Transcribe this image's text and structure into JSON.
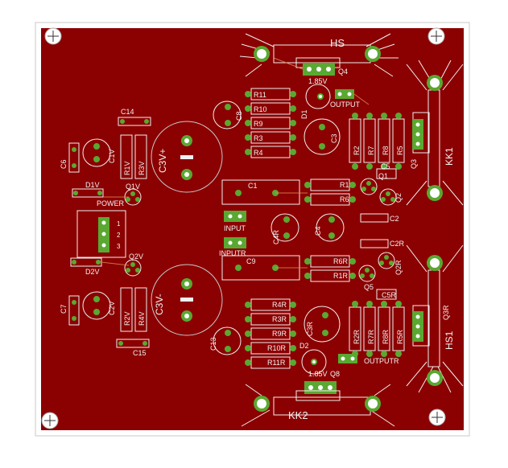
{
  "colors": {
    "board": "#8b0000",
    "outline": "#c8c8c8",
    "silk": "#f0f0f0",
    "pad": "#5aa832",
    "drill": "#ffffff"
  },
  "heatsinks": {
    "top": "HS",
    "bottom": "KK2",
    "right_top": "KK1",
    "right_bottom": "HS1"
  },
  "voltages": {
    "top": "1.85V",
    "bottom": "1.85V"
  },
  "capacitors": {
    "c3v_plus": "C3V+",
    "c3v_minus": "C3V-",
    "c14": "C14",
    "c15": "C15",
    "c6": "C6",
    "c7": "C7",
    "c1v": "C1V",
    "c2v": "C2V",
    "c8": "C8",
    "c13": "C13",
    "c3": "C3",
    "c3r": "C3R",
    "c1": "C1",
    "c9": "C9",
    "c4": "C4",
    "c4r": "C4R",
    "c2": "C2",
    "c2r": "C2R",
    "c5": "C5",
    "c5r": "C5R"
  },
  "resistors": {
    "r1v": "R1V",
    "r3v": "R3V",
    "r2v": "R2V",
    "r4v": "R4V",
    "r11": "R11",
    "r10": "R10",
    "r9": "R9",
    "r3": "R3",
    "r4": "R4",
    "r4r": "R4R",
    "r3r": "R3R",
    "r9r": "R9R",
    "r10r": "R10R",
    "r11r": "R11R",
    "r1": "R1",
    "r6": "R6",
    "r6r": "R6R",
    "r1r": "R1R",
    "r2": "R2",
    "r7": "R7",
    "r8": "R8",
    "r5": "R5",
    "r2r": "R2R",
    "r7r": "R7R",
    "r8r": "R8R",
    "r5r": "R5R"
  },
  "semis": {
    "d1v": "D1V",
    "d2v": "D2V",
    "q1v": "Q1V",
    "q2v": "Q2V",
    "d1": "D1",
    "d2": "D2",
    "q1": "Q1",
    "q2": "Q2",
    "q2r": "Q2R",
    "q3": "Q3",
    "q3r": "Q3R",
    "q4": "Q4",
    "q5": "Q5",
    "q8": "Q8"
  },
  "connectors": {
    "power": "POWER",
    "input": "INPUT",
    "inputr": "INPUTR",
    "output": "OUTPUT",
    "outputr": "OUTPUTR",
    "pins": [
      "1",
      "2",
      "3"
    ]
  }
}
